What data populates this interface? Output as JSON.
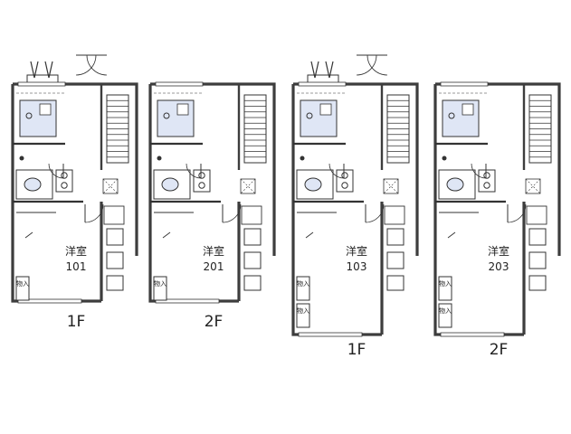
{
  "units": [
    {
      "room_type": "洋室",
      "room_number": "101",
      "floor": "1F",
      "storage": [
        "物入"
      ]
    },
    {
      "room_type": "洋室",
      "room_number": "201",
      "floor": "2F",
      "storage": [
        "物入"
      ]
    },
    {
      "room_type": "洋室",
      "room_number": "103",
      "floor": "1F",
      "storage": [
        "物入",
        "物入"
      ]
    },
    {
      "room_type": "洋室",
      "room_number": "203",
      "floor": "2F",
      "storage": [
        "物入",
        "物入"
      ]
    }
  ],
  "colors": {
    "wall": "#3d3d3d",
    "fixture": "#333333",
    "bath_fill": "#dfe6f5",
    "appliance_fill": "#ffffff"
  }
}
